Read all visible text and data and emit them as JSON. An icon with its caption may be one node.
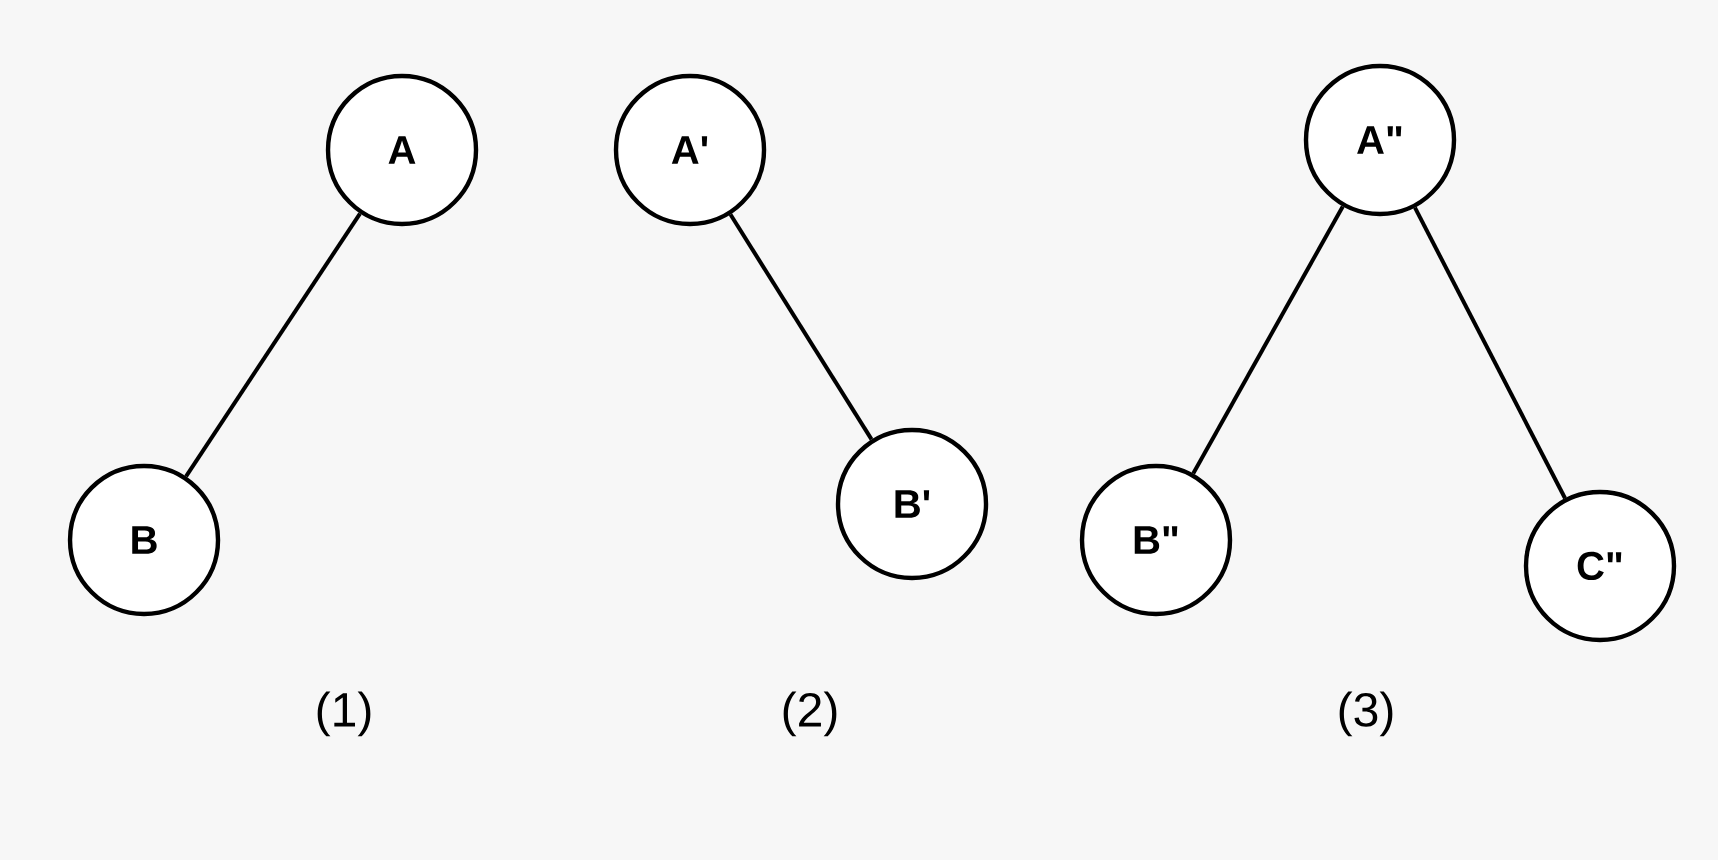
{
  "diagram": {
    "nodes": [
      {
        "text": [
          "A"
        ]
      },
      {
        "text": [
          "B"
        ]
      },
      {
        "text": [
          "A'"
        ]
      },
      {
        "text": [
          "B'"
        ]
      },
      {
        "text": [
          "A\""
        ]
      },
      {
        "text": [
          "B\""
        ]
      },
      {
        "text": [
          "C\""
        ]
      }
    ],
    "edges": [
      {
        "from": 0,
        "to": 1,
        "arrow": "none"
      },
      {
        "from": 2,
        "to": 3,
        "arrow": "none"
      },
      {
        "from": 4,
        "to": 5,
        "arrow": "none"
      },
      {
        "from": 4,
        "to": 6,
        "arrow": "none"
      }
    ],
    "labels": [
      "(1)",
      "(2)",
      "(3)"
    ]
  }
}
